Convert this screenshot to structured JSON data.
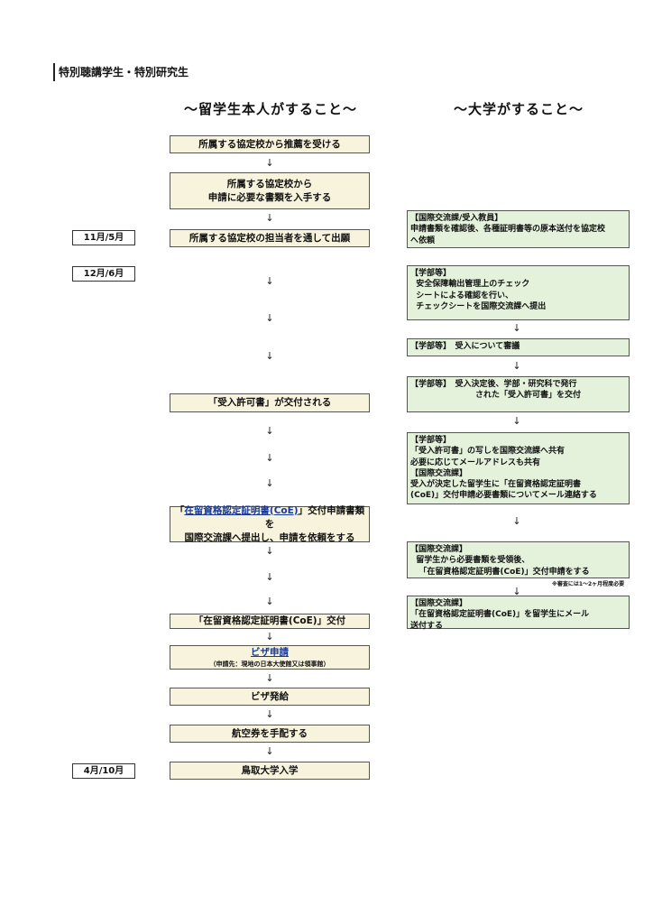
{
  "title": "特別聴講学生・特別研究生",
  "left_header": "～留学生本人がすること～",
  "right_header": "～大学がすること～",
  "arrow": "↓",
  "dates": {
    "d1": "11月/5月",
    "d2": "12月/6月",
    "d3": "4月/10月"
  },
  "student": {
    "s1": "所属する協定校から推薦を受ける",
    "s2_line1": "所属する協定校から",
    "s2_line2": "申請に必要な書類を入手する",
    "s3": "所属する協定校の担当者を通して出願",
    "s4": "「受入許可書」が交付される",
    "s5_prefix": "「",
    "s5_link": "在留資格認定証明書(CoE)",
    "s5_suffix": "」交付申請書類を",
    "s5_line2": "国際交流課へ提出し、申請を依頼をする",
    "s6": "「在留資格認定証明書(CoE)」交付",
    "s7_link": "ビザ申請",
    "s7_sub": "（申請先：現地の日本大使館又は領事館）",
    "s8": "ビザ発給",
    "s9": "航空券を手配する",
    "s10": "鳥取大学入学"
  },
  "university": {
    "u1": "【国際交流課/受入教員】\n申請書類を確認後、各種証明書等の原本送付を協定校\nへ依頼",
    "u2": "【学部等】\n  安全保障輸出管理上のチェック\n  シートによる確認を行い、\n  チェックシートを国際交流課へ提出",
    "u3": "【学部等】　受入について審議",
    "u4": "【学部等】　受入決定後、学部・研究科で発行\n　　　　　　　　された「受入許可書」を交付",
    "u5": "【学部等】\n「受入許可書」の写しを国際交流課へ共有\n必要に応じてメールアドレスも共有\n【国際交流課】\n受入が決定した留学生に「在留資格認定証明書\n(CoE)」交付申請必要書類についてメール連絡する",
    "u6": "【国際交流課】\n  留学生から必要書類を受領後、\n   「在留資格認定証明書(CoE)」交付申請をする",
    "u6_note": "※審査には1～2ヶ月程度必要",
    "u7": "【国際交流課】\n「在留資格認定証明書(CoE)」を留学生にメール\n送付する"
  }
}
